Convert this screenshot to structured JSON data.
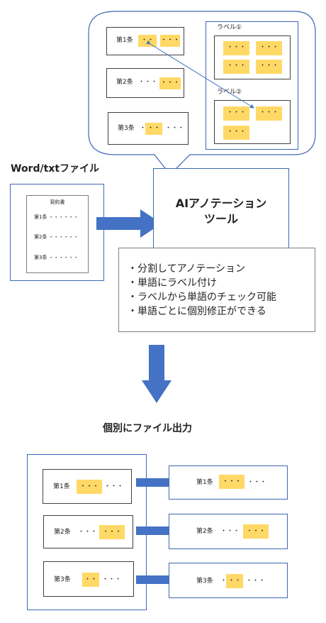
{
  "callout": {
    "clauses": [
      {
        "label": "第1条",
        "before": "",
        "highlight": "・・",
        "after": "・・・"
      },
      {
        "label": "第2条",
        "before": "・・・",
        "highlight": "・・・",
        "after": ""
      },
      {
        "label": "第3条",
        "before": "・",
        "highlight": "・・",
        "after": "・・・"
      }
    ],
    "label1": "ラベル①",
    "label2": "ラベル②",
    "dots": "・・・"
  },
  "input": {
    "title": "Word/txtファイル",
    "doc_title": "契約書",
    "lines": [
      "第1条 ・・・・・・",
      "第2条 ・・・・・・",
      "第3条 ・・・・・・"
    ]
  },
  "tool": {
    "title_line1": "AIアノテーション",
    "title_line2": "ツール"
  },
  "features": [
    "・分割してアノテーション",
    "・単語にラベル付け",
    "・ラベルから単語のチェック可能",
    "・単語ごとに個別修正ができる"
  ],
  "output": {
    "title": "個別にファイル出力",
    "clauses": [
      {
        "label": "第1条",
        "before": "",
        "highlight": "・・・",
        "after": "・・・"
      },
      {
        "label": "第2条",
        "before": "・・・",
        "highlight": "・・・",
        "after": ""
      },
      {
        "label": "第3条",
        "before": "",
        "highlight": "・・",
        "after": "・・・"
      }
    ],
    "results": [
      {
        "label": "第1条",
        "before": "",
        "highlight": "・・・",
        "after": "・・・"
      },
      {
        "label": "第2条",
        "before": "・・・",
        "highlight": "・・・",
        "after": ""
      },
      {
        "label": "第3条",
        "before": "・",
        "highlight": "・・",
        "after": "・・・"
      }
    ]
  },
  "colors": {
    "border_blue": "#3e67b5",
    "arrow_blue": "#4472c4",
    "highlight": "#ffd966"
  }
}
